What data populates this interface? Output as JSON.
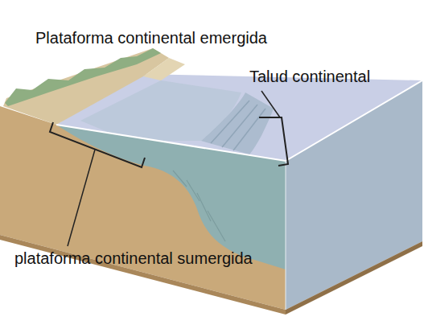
{
  "diagram": {
    "labels": [
      "Plataforma continental emergida",
      "Talud continental",
      "plataforma continental sumergida"
    ]
  }
}
